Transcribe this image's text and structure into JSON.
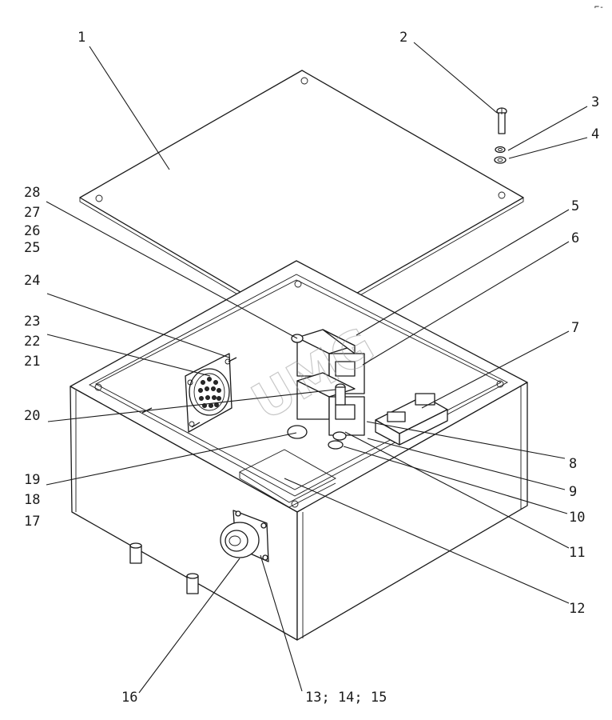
{
  "watermark": "UMG",
  "corner_mark": "⌐-",
  "labels": [
    {
      "id": "l1",
      "text": "1"
    },
    {
      "id": "l2",
      "text": "2"
    },
    {
      "id": "l3",
      "text": "3"
    },
    {
      "id": "l4",
      "text": "4"
    },
    {
      "id": "l5",
      "text": "5"
    },
    {
      "id": "l6",
      "text": "6"
    },
    {
      "id": "l7",
      "text": "7"
    },
    {
      "id": "l8",
      "text": "8"
    },
    {
      "id": "l9",
      "text": "9"
    },
    {
      "id": "l10",
      "text": "10"
    },
    {
      "id": "l11",
      "text": "11"
    },
    {
      "id": "l12",
      "text": "12"
    },
    {
      "id": "l13",
      "text": "13; 14; 15"
    },
    {
      "id": "l16",
      "text": "16"
    },
    {
      "id": "l17",
      "text": "17"
    },
    {
      "id": "l18",
      "text": "18"
    },
    {
      "id": "l19",
      "text": "19"
    },
    {
      "id": "l20",
      "text": "20"
    },
    {
      "id": "l21",
      "text": "21"
    },
    {
      "id": "l22",
      "text": "22"
    },
    {
      "id": "l23",
      "text": "23"
    },
    {
      "id": "l24",
      "text": "24"
    },
    {
      "id": "l25",
      "text": "25"
    },
    {
      "id": "l26",
      "text": "26"
    },
    {
      "id": "l27",
      "text": "27"
    },
    {
      "id": "l28",
      "text": "28"
    }
  ]
}
